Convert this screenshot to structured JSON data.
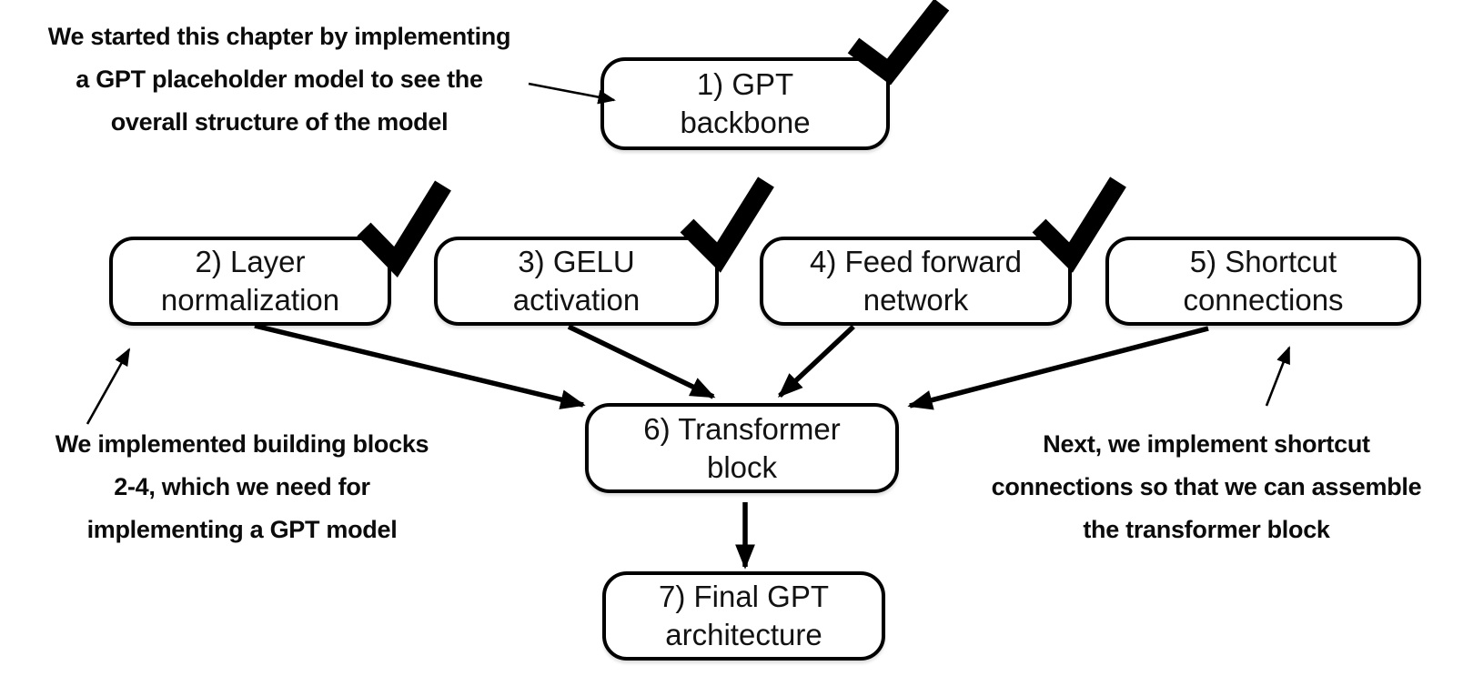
{
  "figure": {
    "background_color": "#ffffff",
    "line_color": "#000000",
    "text_color": "#121212",
    "description": "Flowchart of chapter progress for building a GPT model"
  },
  "boxes": [
    {
      "id": 1,
      "line1": "1) GPT",
      "line2": "backbone",
      "checked": true
    },
    {
      "id": 2,
      "line1": "2) Layer",
      "line2": "normalization",
      "checked": true
    },
    {
      "id": 3,
      "line1": "3) GELU",
      "line2": "activation",
      "checked": true
    },
    {
      "id": 4,
      "line1": "4) Feed forward",
      "line2": "network",
      "checked": true
    },
    {
      "id": 5,
      "line1": "5) Shortcut",
      "line2": "connections",
      "checked": false
    },
    {
      "id": 6,
      "line1": "6) Transformer",
      "line2": "block",
      "checked": false
    },
    {
      "id": 7,
      "line1": "7) Final GPT",
      "line2": "architecture",
      "checked": false
    }
  ],
  "annotations": {
    "top_left": {
      "lines": [
        "We started this chapter by implementing",
        "a GPT placeholder model to see the",
        "overall structure of the model"
      ]
    },
    "bottom_left": {
      "lines": [
        "We implemented building blocks",
        "2-4, which we need for",
        "implementing a GPT model"
      ]
    },
    "right": {
      "lines": [
        "Next, we implement shortcut",
        "connections so that we can assemble",
        "the transformer block"
      ]
    }
  },
  "connections": [
    {
      "from": "box-2",
      "to": "box-6"
    },
    {
      "from": "box-3",
      "to": "box-6"
    },
    {
      "from": "box-4",
      "to": "box-6"
    },
    {
      "from": "box-5",
      "to": "box-6"
    },
    {
      "from": "box-6",
      "to": "box-7"
    },
    {
      "from": "annotation-top-left",
      "to": "box-1"
    },
    {
      "from": "annotation-bottom-left",
      "to": "box-2"
    },
    {
      "from": "annotation-right",
      "to": "box-5"
    }
  ]
}
